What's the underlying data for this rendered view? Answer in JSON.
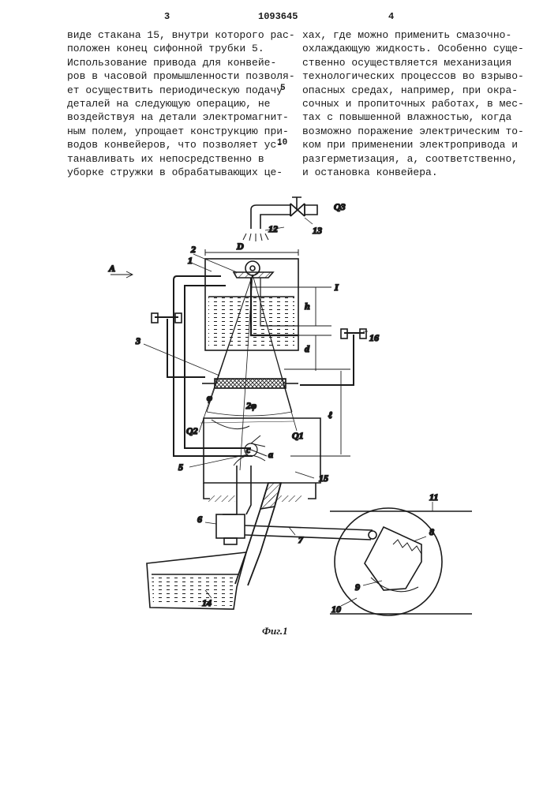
{
  "header": {
    "page_left": "3",
    "patent_number": "1093645",
    "page_right": "4"
  },
  "left_column": [
    "виде стакана 15, внутри которого рас-",
    "положен конец сифонной трубки 5.",
    "   Использование привода для конвейе-",
    "ров в часовой промышленности позволя-",
    "ет осуществить периодическую подачу",
    "деталей на следующую операцию, не",
    "воздействуя на детали электромагнит-",
    "ным полем, упрощает конструкцию при-",
    "водов конвейеров, что позволяет ус-",
    "танавливать их непосредственно в",
    "уборке стружки в обрабатывающих це-"
  ],
  "right_column": [
    "хах, где можно применить смазочно-",
    "охлаждающую жидкость. Особенно суще-",
    "ственно осуществляется механизация",
    "технологических процессов во взрыво-",
    "опасных средах, например, при окра-",
    "сочных и пропиточных работах, в мес-",
    "тах с повышенной влажностью, когда",
    "возможно поражение электрическим то-",
    "ком при применении электропривода и",
    "разгерметизация, а, соответственно,",
    "и остановка конвейера."
  ],
  "line_numbers": [
    "5",
    "10"
  ],
  "figure": {
    "caption": "Фиг.1",
    "labels": {
      "q3": "Q3",
      "n12": "12",
      "n13": "13",
      "D": "D",
      "n2": "2",
      "n1": "1",
      "A": "A",
      "I": "I",
      "h": "h",
      "d": "d",
      "n16": "16",
      "n3": "3",
      "phi": "φ",
      "two_phi": "2φ",
      "l": "ℓ",
      "q2": "Q2",
      "q1": "Q1",
      "c": "c",
      "a": "a",
      "n5": "5",
      "n15": "15",
      "n6": "6",
      "n7": "7",
      "n8": "8",
      "n11": "11",
      "n9": "9",
      "n10": "10",
      "n14": "14"
    }
  }
}
